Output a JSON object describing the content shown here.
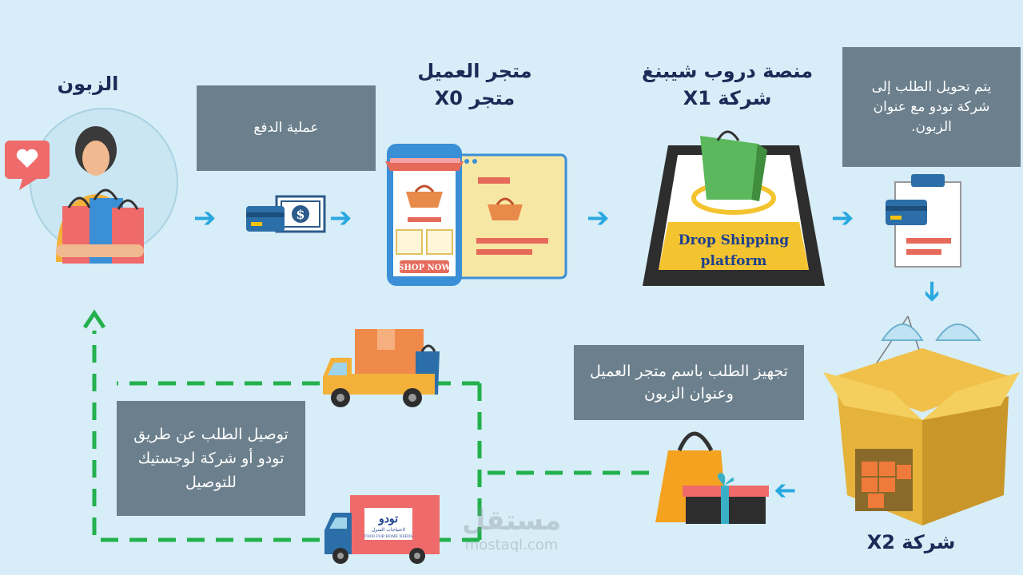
{
  "labels": {
    "customer": "الزبون",
    "store_line1": "متجر العميل",
    "store_line2": "متجر X0",
    "platform_line1": "منصة دروب شيبنغ",
    "platform_line2": "شركة X1",
    "x2": "شركة X2"
  },
  "boxes": {
    "payment": "عملية الدفع",
    "transfer": "يتم تحويل الطلب إلى شركة تودو مع عنوان الزبون.",
    "prepare": "تجهيز الطلب باسم متجر العميل وعنوان الزبون",
    "delivery": "توصيل الطلب عن طريق تودو أو شركة لوجستيك للتوصيل"
  },
  "illustrations": {
    "shop_button": "SHOP NOW",
    "tablet_line1": "Drop Shipping",
    "tablet_line2": "platform",
    "truck_logo": "تودو",
    "truck_logo_sub": "لاحتياجات المنزل",
    "truck_logo_sub2": "TODO FOR HOME NEEDS"
  },
  "watermark": {
    "arabic": "مستقل",
    "latin": "mostaql.com"
  },
  "colors": {
    "background": "#d7edf7",
    "box": "#6b7f8c",
    "title": "#1c2a57",
    "arrow": "#29a8e0",
    "dashed": "#22b14c"
  }
}
